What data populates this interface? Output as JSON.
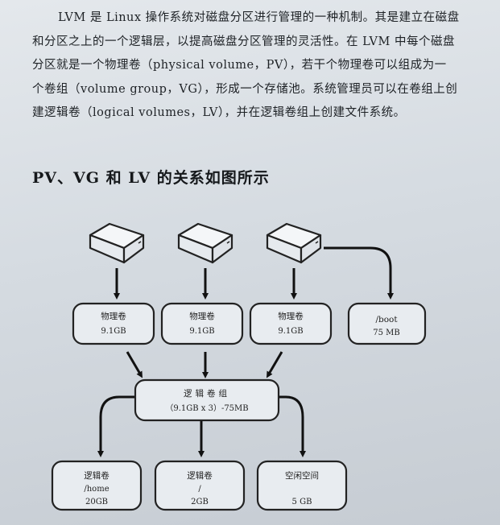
{
  "paragraph": {
    "lines": [
      "LVM 是 Linux 操作系统对磁盘分区进行管理的一种机制。其是建立在磁盘",
      "和分区之上的一个逻辑层，以提高磁盘分区管理的灵活性。在 LVM 中每个磁盘",
      "分区就是一个物理卷（physical volume，PV），若干个物理卷可以组成为一",
      "个卷组（volume group，VG），形成一个存储池。系统管理员可以在卷组上创",
      "建逻辑卷（logical volumes，LV），并在逻辑卷组上创建文件系统。"
    ]
  },
  "heading": "PV、VG 和 LV 的关系如图所示",
  "diagram": {
    "disk_icon": "hard-disk-icon",
    "physical_volumes": [
      {
        "label": "物理卷",
        "size": "9.1GB"
      },
      {
        "label": "物理卷",
        "size": "9.1GB"
      },
      {
        "label": "物理卷",
        "size": "9.1GB"
      }
    ],
    "boot": {
      "label": "/boot",
      "size": "75 MB"
    },
    "volume_group": {
      "label": "逻辑卷组",
      "size": "（9.1GB x 3）-75MB"
    },
    "logical_volumes": [
      {
        "label": "逻辑卷",
        "mount": "/home",
        "size": "20GB"
      },
      {
        "label": "逻辑卷",
        "mount": "/",
        "size": "2GB"
      },
      {
        "label": "空闲空间",
        "mount": "",
        "size": "5 GB"
      }
    ]
  }
}
